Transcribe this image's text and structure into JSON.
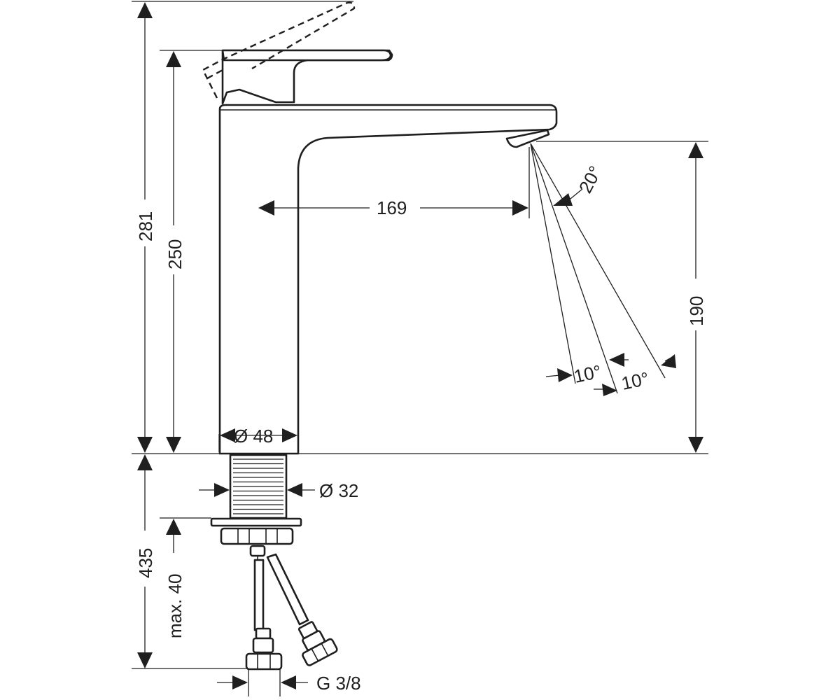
{
  "title": "",
  "dimensions": {
    "overall_height": "281",
    "handle_height": "250",
    "spout_reach": "169",
    "spout_height": "190",
    "body_diameter": "Ø 48",
    "shank_diameter": "Ø 32",
    "below_counter": "435",
    "max_counter_thickness": "max. 40",
    "connection_thread": "G 3/8"
  },
  "angles": {
    "spray_angle": "20°",
    "deflection_a": "10°",
    "deflection_b": "10°"
  },
  "colors": {
    "line": "#1f1f1f",
    "background": "#ffffff"
  }
}
